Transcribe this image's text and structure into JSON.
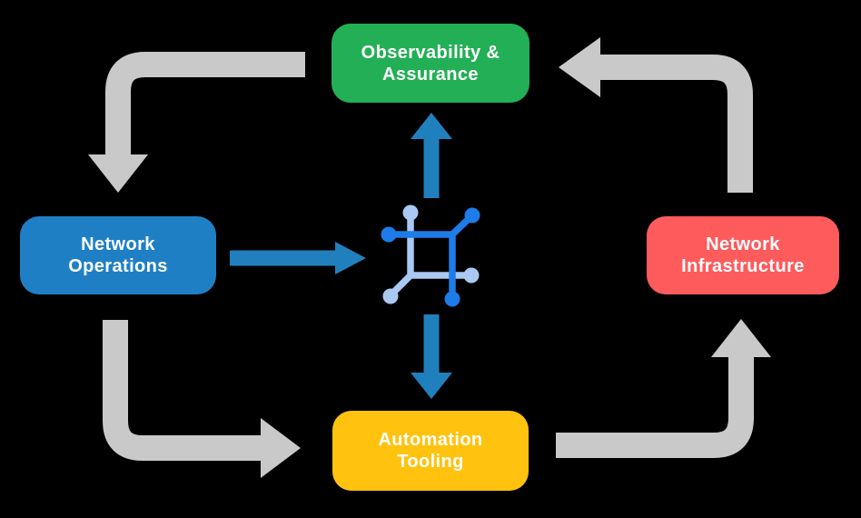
{
  "diagram": {
    "type": "cycle-flow",
    "nodes": {
      "observability": {
        "label": "Observability &\nAssurance",
        "color": "#23AF55"
      },
      "operations": {
        "label": "Network\nOperations",
        "color": "#1F7FC5"
      },
      "infrastructure": {
        "label": "Network\nInfrastructure",
        "color": "#FD5B5C"
      },
      "tooling": {
        "label": "Automation\nTooling",
        "color": "#FFC20E"
      }
    },
    "outer_cycle_flows": [
      "Observability & Assurance → Network Operations",
      "Network Operations → Automation Tooling",
      "Automation Tooling → Network Infrastructure",
      "Network Infrastructure → Observability & Assurance"
    ],
    "center_flows": [
      "Network Operations → center network icon",
      "center network icon → Observability & Assurance",
      "center network icon → Automation Tooling"
    ]
  },
  "colors": {
    "background": "#000000",
    "label_text": "#FFFFFF",
    "flow_gray": "#C9C9C9",
    "io_blue": "#2080BE",
    "icon_dark_blue": "#1E7CE8",
    "icon_light_blue": "#A9C9F3"
  },
  "icons": {
    "center": "network-mesh-icon"
  }
}
